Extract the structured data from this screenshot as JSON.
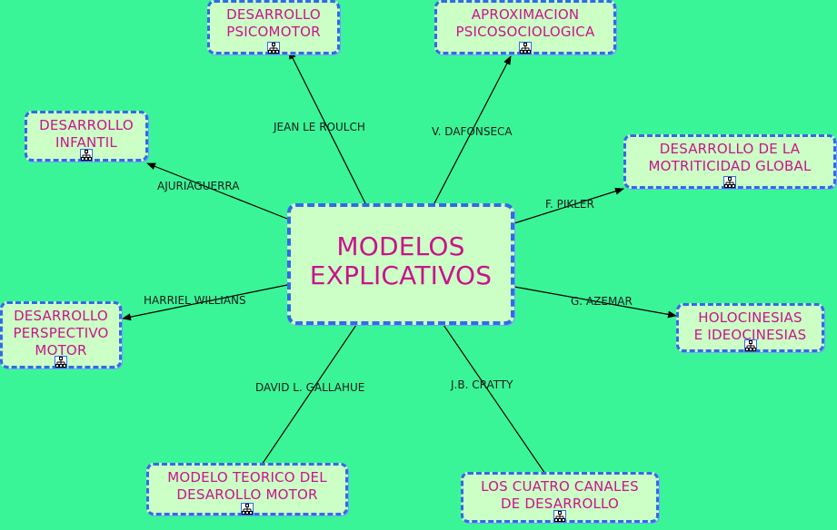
{
  "center": {
    "label": "MODELOS\nEXPLICATIVOS"
  },
  "nodes": {
    "psicomotor": "DESARROLLO\nPSICOMOTOR",
    "psicosociologica": "APROXIMACION\nPSICOSOCIOLOGICA",
    "infantil": "DESARROLLO\nINFANTIL",
    "motricidad_global": "DESARROLLO DE LA\nMOTRITICIDAD GLOBAL",
    "perspectivo_motor": "DESARROLLO\nPERSPECTIVO\nMOTOR",
    "holocinesias": "HOLOCINESIAS\nE IDEOCINESIAS",
    "modelo_teorico": "MODELO TEORICO DEL\nDESAROLLO MOTOR",
    "cuatro_canales": "LOS CUATRO CANALES\nDE DESARROLLO"
  },
  "links": {
    "le_roulch": "JEAN LE ROULCH",
    "dafonseca": "V. DAFONSECA",
    "ajuriaguerra": "AJURIAGUERRA",
    "pikler": "F. PIKLER",
    "williams": "HARRIEL WILLIANS",
    "azemar": "G. AZEMAR",
    "gallahue": "DAVID L. GALLAHUE",
    "cratty": "J.B. CRATTY"
  },
  "icons": {
    "submap": "submap-icon"
  },
  "colors": {
    "background": "#3af597",
    "node_fill": "#ccffc6",
    "node_border": "#2e6ce6",
    "node_text": "#c8148c",
    "link": "#000000"
  }
}
